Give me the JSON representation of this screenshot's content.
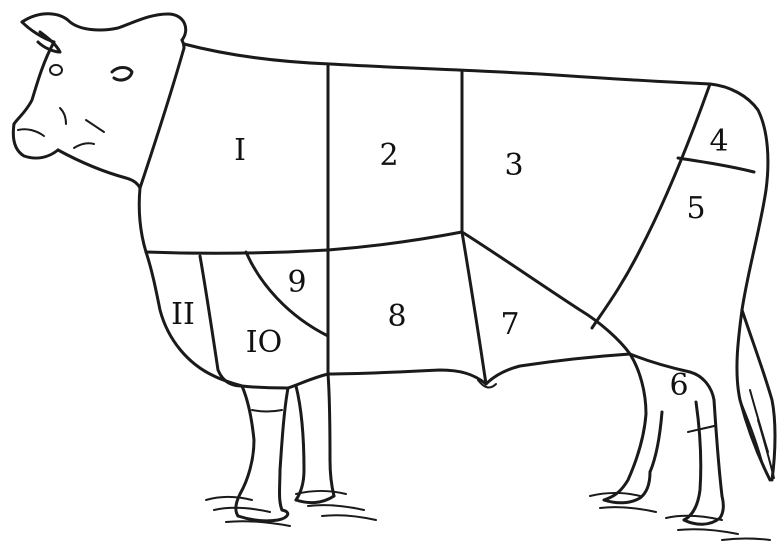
{
  "diagram": {
    "cut_labels": [
      {
        "id": "cut-1",
        "text": "I"
      },
      {
        "id": "cut-2",
        "text": "2"
      },
      {
        "id": "cut-3",
        "text": "3"
      },
      {
        "id": "cut-4",
        "text": "4"
      },
      {
        "id": "cut-5",
        "text": "5"
      },
      {
        "id": "cut-6",
        "text": "6"
      },
      {
        "id": "cut-7",
        "text": "7"
      },
      {
        "id": "cut-8",
        "text": "8"
      },
      {
        "id": "cut-9",
        "text": "9"
      },
      {
        "id": "cut-10",
        "text": "IO"
      },
      {
        "id": "cut-11",
        "text": "II"
      }
    ],
    "colors": {
      "ink": "#1a1a1a",
      "background": "#ffffff"
    }
  }
}
